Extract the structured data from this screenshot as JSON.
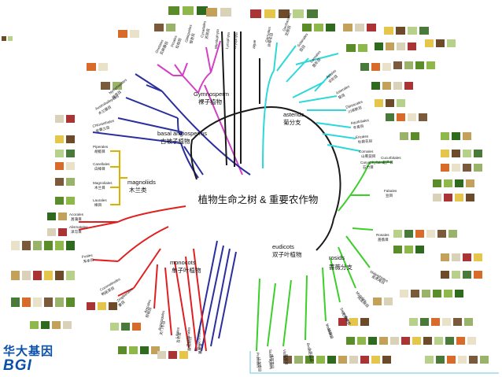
{
  "center": {
    "title": "植物生命之树 & 重要农作物"
  },
  "clades": {
    "gymnosperm": {
      "en": "Gymnosperm",
      "cn": "裸子植物",
      "color": "#d43fc5"
    },
    "basal_angiosperms": {
      "en": "basal angiosperms",
      "cn": "古被子植物",
      "color": "#2b2f9e"
    },
    "magnoliids": {
      "en": "magnoliids",
      "cn": "木兰类",
      "color": "#d9b200"
    },
    "monocots": {
      "en": "monocots",
      "cn": "单子叶植物",
      "color": "#e02020"
    },
    "eudicots": {
      "en": "eudicots",
      "cn": "双子叶植物",
      "color": "#1a1a1a"
    },
    "asterids": {
      "en": "asterids",
      "cn": "菊分支",
      "color": "#2ed8d8"
    },
    "rosids": {
      "en": "rosids",
      "cn": "蔷薇分支",
      "color": "#3ccf2a"
    }
  },
  "orders": {
    "gymnosperm": [
      "Gnetales",
      "Pinales",
      "Ginkgoales",
      "Cycadales"
    ],
    "basal": [
      "Nymphaeales",
      "Austrobaileyales",
      "Chloranthales"
    ],
    "magnoliids": [
      "Piperales",
      "Canellales",
      "Magnoliales",
      "Laurales"
    ],
    "monocots": [
      "Acorales",
      "Alismatales",
      "Poales",
      "Commelinales",
      "Zingiberales",
      "Arecales",
      "Asparagales",
      "Liliales",
      "Pandanales",
      "Dioscoreales"
    ],
    "asterids": [
      "Garryales",
      "Gentianales",
      "Solanales",
      "Lamiales",
      "Apiales",
      "Asterales",
      "Dipsacales",
      "Aquifoliales",
      "Ericales",
      "Cornales",
      "Caryophyllales"
    ],
    "rosids": [
      "Cucurbitales",
      "Fabales",
      "Rosales",
      "Malpighiales",
      "Myrtales",
      "Sapindales",
      "Malvales",
      "Brassicales",
      "Vitales",
      "Saxifragales",
      "Proteales"
    ],
    "top": [
      "Monilophyta",
      "Lycophyta",
      "Bryophyta",
      "algae"
    ]
  },
  "orders_cn": {
    "magnoliids": [
      "胡椒目",
      "白樟目",
      "木兰目",
      "樟目"
    ],
    "basal": [
      "睡莲目",
      "木兰藤目",
      "金粟兰目"
    ],
    "gymnosperm": [
      "买麻藤目",
      "松柏目",
      "银杏目",
      "苏铁目"
    ],
    "monocots": [
      "菖蒲目",
      "泽泻目",
      "禾本目",
      "鸭跖草目",
      "姜目",
      "棕榈目",
      "天门冬目",
      "百合目",
      "露兜树目",
      "薯蓣目"
    ],
    "asterids": [
      "丝缨花目",
      "龙胆目",
      "茄目",
      "唇形目",
      "伞形目",
      "菊目",
      "川续断目",
      "冬青目",
      "杜鹃花目",
      "山茱萸目",
      "石竹目"
    ],
    "rosids": [
      "葫芦目",
      "豆目",
      "蔷薇目",
      "金虎尾目",
      "桃金娘目",
      "无患子目",
      "锦葵目",
      "十字花目",
      "葡萄目",
      "虎耳草目",
      "山龙眼目"
    ]
  },
  "logo": {
    "cn": "华大基因",
    "en": "BGI",
    "color": "#0a4fa8"
  }
}
